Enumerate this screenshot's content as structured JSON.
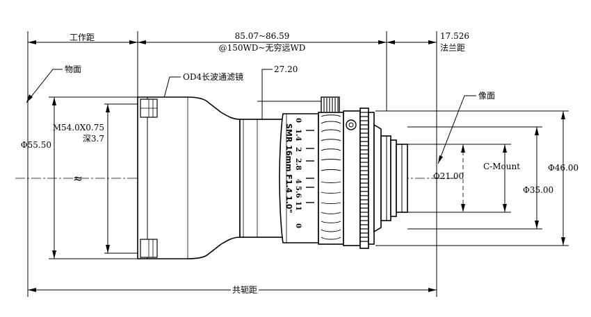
{
  "dimensions": {
    "working_distance_label": "工作距",
    "lens_length_value": "85.07~86.59",
    "lens_length_note": "@150WD~无穷远WD",
    "flange_value": "17.526",
    "flange_label": "法兰距",
    "object_plane_label": "物面",
    "filter_label": "OD4长波通滤镜",
    "ring_offset_value": "27.20",
    "image_plane_label": "像面",
    "front_diameter": "Φ55.50",
    "thread_spec": "M54.0X0.75",
    "thread_depth": "深3.7",
    "image_circle_diameter": "Φ21.00",
    "mount_label": "C-Mount",
    "mount_diameter": "Φ35.00",
    "rear_body_diameter": "Φ46.00",
    "total_track_label": "共轭距",
    "break_symbol": "≈"
  },
  "lens_markings": {
    "model_text": "SMR 16mm F1.4 1.0\"",
    "aperture_scale": [
      "1.4",
      "2",
      "2.8",
      "4",
      "5.6",
      "11"
    ],
    "scale_end_top": "0",
    "scale_end_bottom": "0"
  }
}
